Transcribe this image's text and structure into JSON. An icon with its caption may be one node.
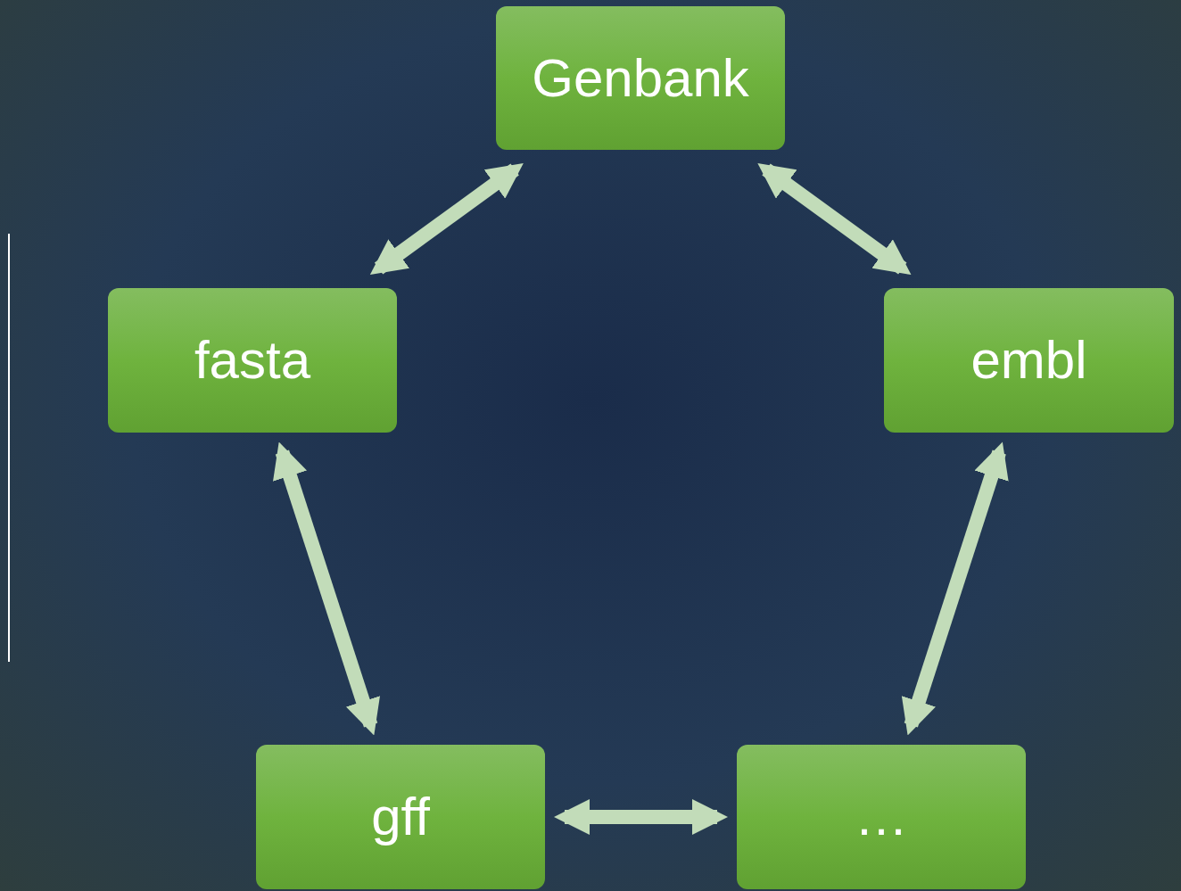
{
  "diagram": {
    "nodes": [
      {
        "text": [
          "Genbank"
        ]
      },
      {
        "text": [
          "fasta"
        ]
      },
      {
        "text": [
          "embl"
        ]
      },
      {
        "text": [
          "gff"
        ]
      },
      {
        "text": [
          "…"
        ]
      }
    ],
    "edges": [
      {
        "from": 0,
        "to": 1,
        "arrow": "both"
      },
      {
        "from": 0,
        "to": 2,
        "arrow": "both"
      },
      {
        "from": 1,
        "to": 3,
        "arrow": "both"
      },
      {
        "from": 2,
        "to": 4,
        "arrow": "both"
      },
      {
        "from": 3,
        "to": 4,
        "arrow": "both"
      }
    ]
  }
}
